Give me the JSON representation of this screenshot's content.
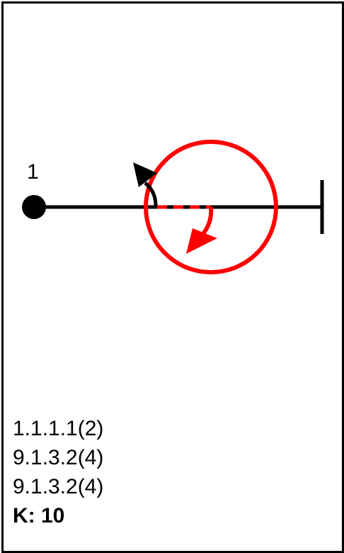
{
  "node": {
    "label": "1"
  },
  "codes": [
    "1.1.1.1(2)",
    "9.1.3.2(4)",
    "9.1.3.2(4)"
  ],
  "total": "K: 10",
  "colors": {
    "line": "#000000",
    "highlight": "#ff0000",
    "background": "#ffffff"
  }
}
